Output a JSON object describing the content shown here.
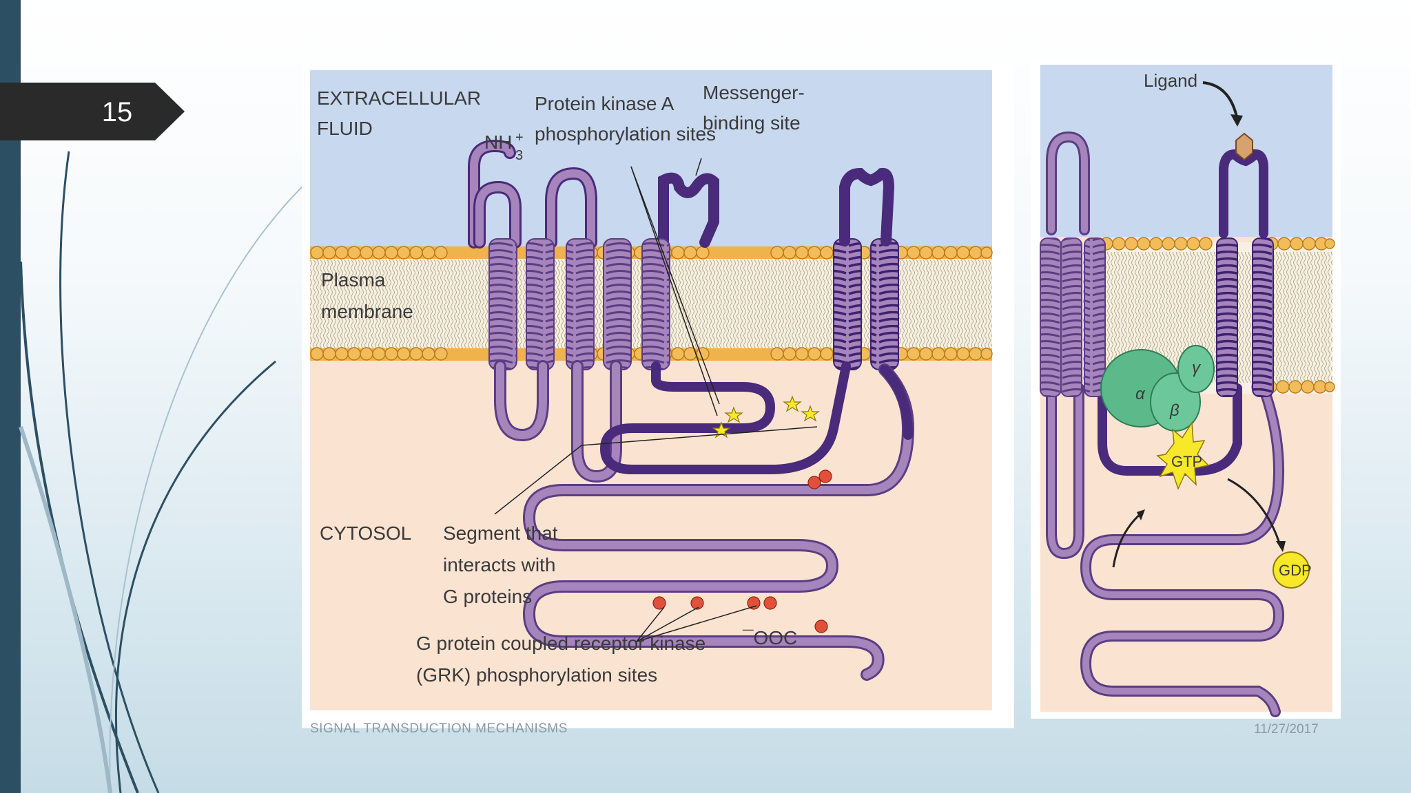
{
  "slide": {
    "number": "15",
    "footer_left": "SIGNAL TRANSDUCTION MECHANISMS",
    "footer_right": "11/27/2017"
  },
  "diagram_main": {
    "label_extracellular_line1": "EXTRACELLULAR",
    "label_extracellular_line2": "FLUID",
    "label_nh3": "NH",
    "label_nh3_sub": "3",
    "label_nh3_sup": "+",
    "label_pka_line1": "Protein kinase A",
    "label_pka_line2": "phosphorylation sites",
    "label_messenger_line1": "Messenger-",
    "label_messenger_line2": "binding site",
    "label_membrane_line1": "Plasma",
    "label_membrane_line2": "membrane",
    "label_cytosol": "CYTOSOL",
    "label_segment_line1": "Segment that",
    "label_segment_line2": "interacts with",
    "label_segment_line3": "G proteins",
    "label_grk_line1": "G protein coupled receptor kinase",
    "label_grk_line2": "(GRK) phosphorylation sites",
    "label_cooh": "¯OOC"
  },
  "diagram_side": {
    "label_ligand": "Ligand",
    "label_alpha": "α",
    "label_beta": "β",
    "label_gamma": "γ",
    "label_gtp": "GTP",
    "label_gdp": "GDP"
  },
  "colors": {
    "extracellular": "#c8d8ee",
    "cytosol": "#fbe3d2",
    "receptor_light": "#a684bc",
    "receptor_dark": "#4a2a7a",
    "lipid_head": "#f0b24a",
    "g_protein": "#5cb98a",
    "gtp_star": "#f8e82a",
    "grk_site": "#e0503a",
    "accent_bar": "#2c4f63"
  }
}
